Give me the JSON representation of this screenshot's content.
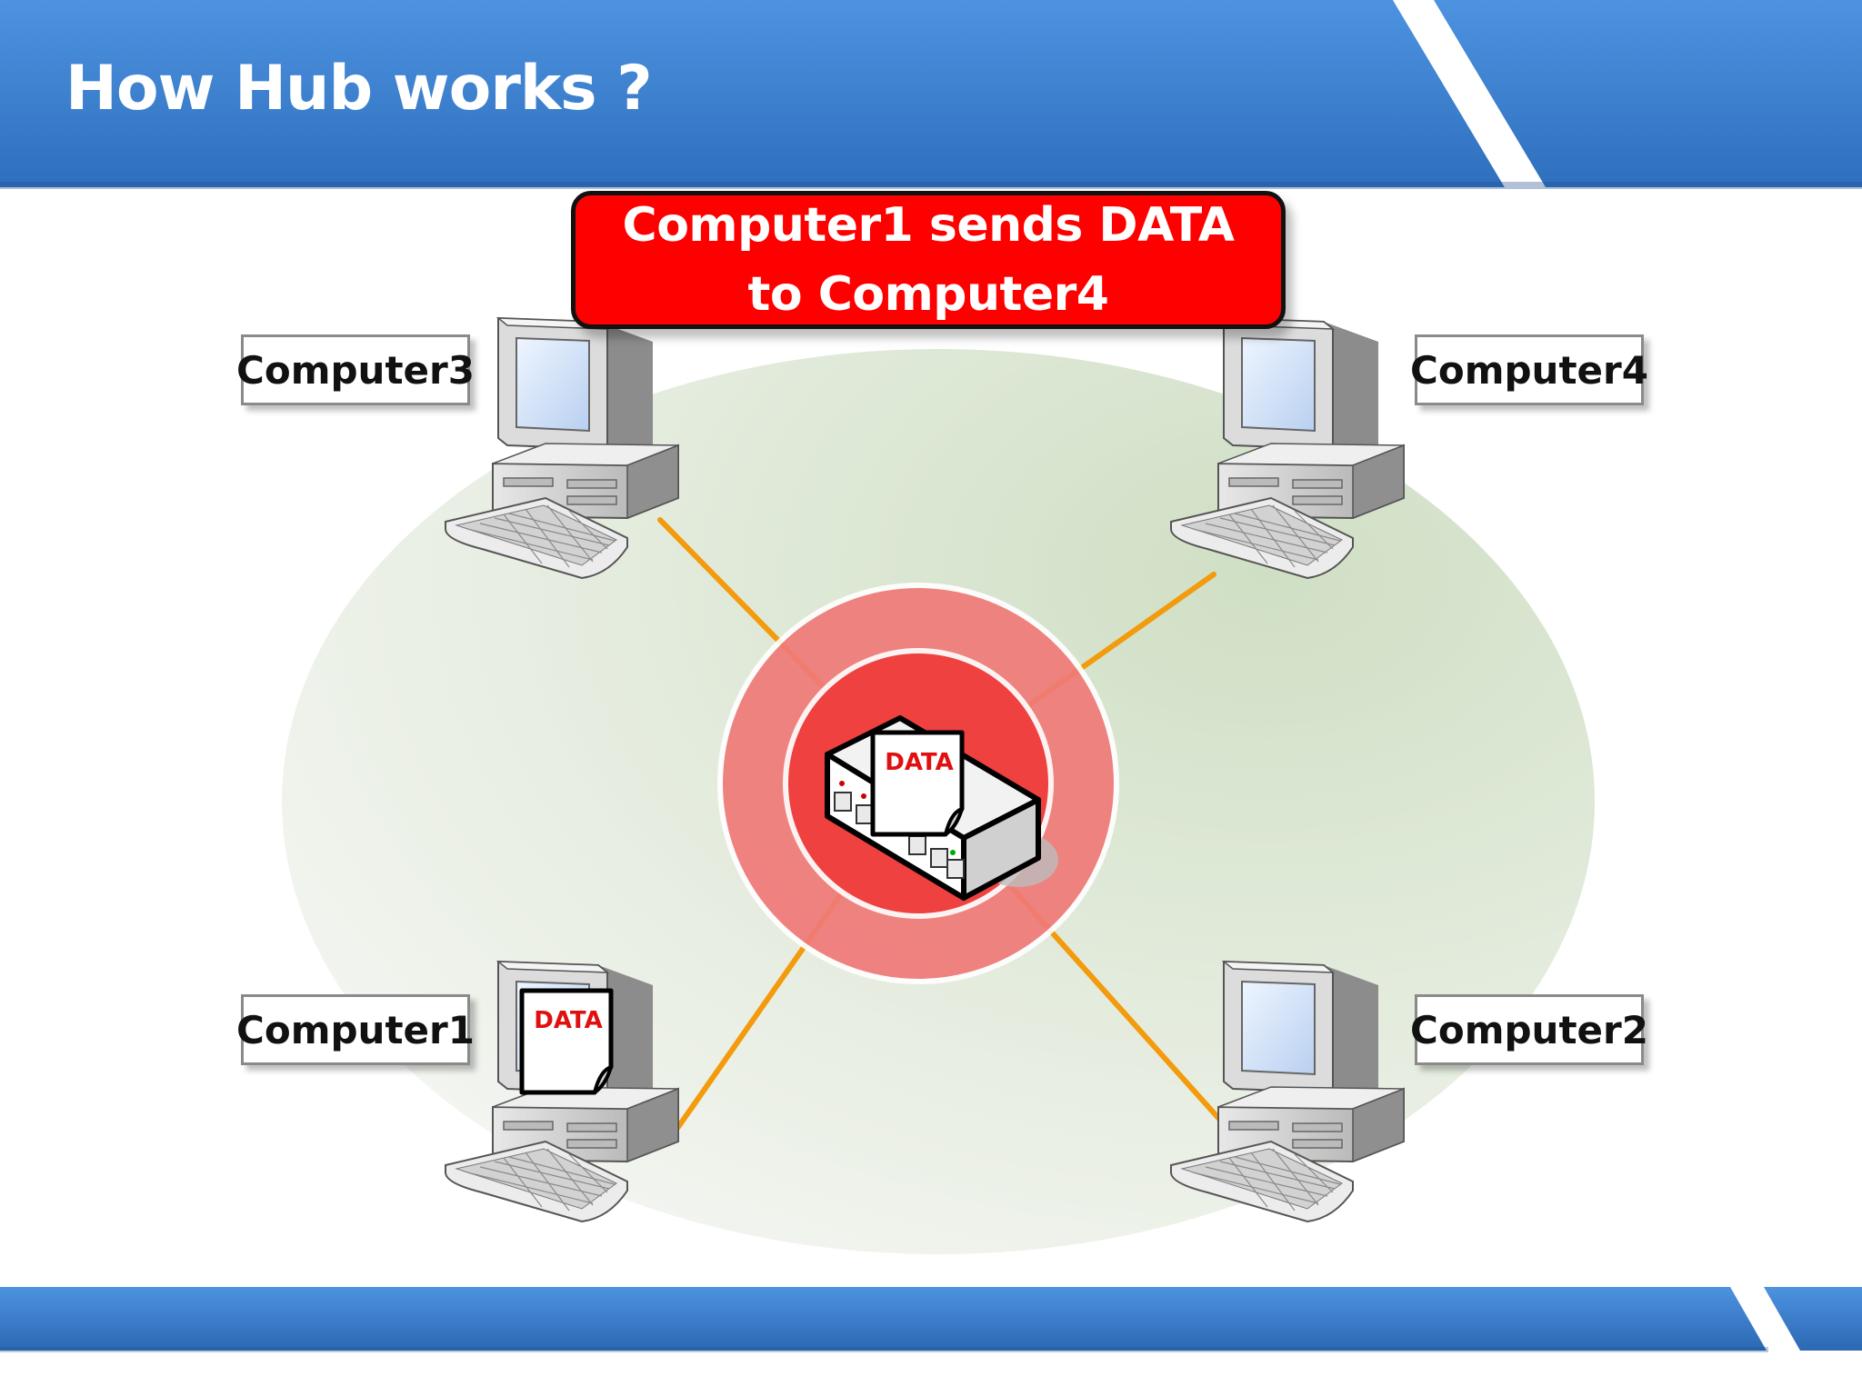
{
  "title": "How Hub works ?",
  "banner": "Computer1 sends DATA\nto Computer4",
  "computers": {
    "c1": "Computer1",
    "c2": "Computer2",
    "c3": "Computer3",
    "c4": "Computer4"
  },
  "packet_label": "DATA",
  "colors": {
    "header_blue": "#3c7fd0",
    "banner_red": "#ff0000",
    "link_orange": "#f39a0d",
    "hub_ring": "#f07a78",
    "label_text_red": "#e01010"
  },
  "icons": [
    "computer-icon",
    "hub-icon",
    "document-icon"
  ]
}
